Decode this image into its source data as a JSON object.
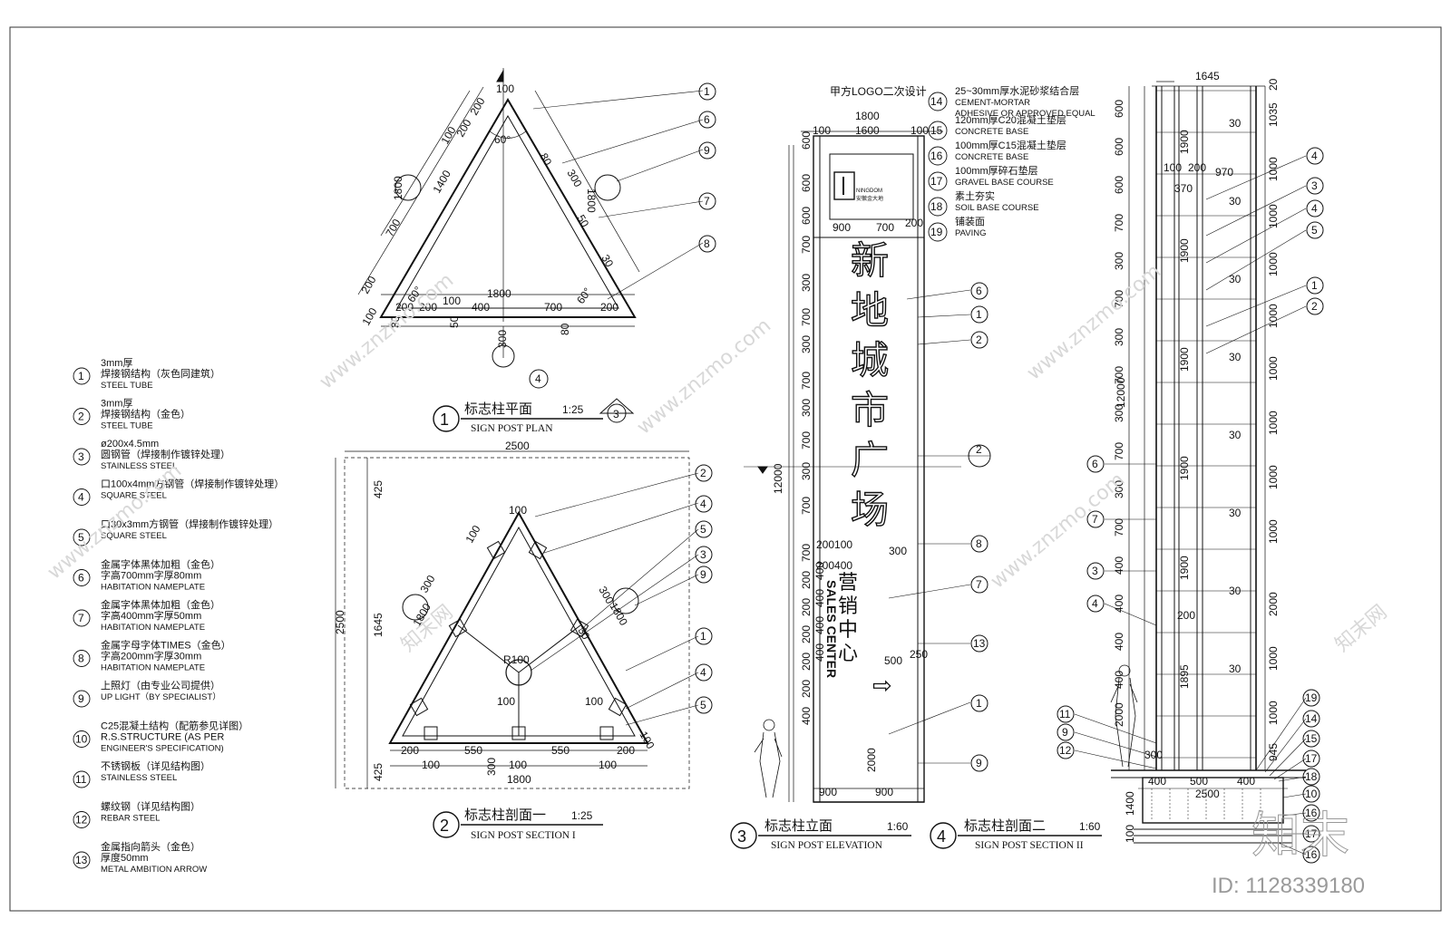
{
  "legend": [
    {
      "n": "1",
      "zh1": "3mm厚",
      "zh2": "焊接钢结构（灰色同建筑）",
      "en": "STEEL TUBE"
    },
    {
      "n": "2",
      "zh1": "3mm厚",
      "zh2": "焊接钢结构（金色）",
      "en": "STEEL TUBE"
    },
    {
      "n": "3",
      "zh1": "ø200x4.5mm",
      "zh2": "圆钢管（焊接制作镀锌处理）",
      "en": "STAINLESS STEEL"
    },
    {
      "n": "4",
      "zh1": "",
      "zh2": "口100x4mm方钢管（焊接制作镀锌处理）",
      "en": "SQUARE STEEL"
    },
    {
      "n": "5",
      "zh1": "",
      "zh2": "口30x3mm方钢管（焊接制作镀锌处理）",
      "en": "SQUARE STEEL"
    },
    {
      "n": "6",
      "zh1": "金属字体黑体加粗（金色）",
      "zh2": "字高700mm字厚80mm",
      "en": "HABITATION NAMEPLATE"
    },
    {
      "n": "7",
      "zh1": "金属字体黑体加粗（金色）",
      "zh2": "字高400mm字厚50mm",
      "en": "HABITATION NAMEPLATE"
    },
    {
      "n": "8",
      "zh1": "金属字母字体TIMES（金色）",
      "zh2": "字高200mm字厚30mm",
      "en": "HABITATION NAMEPLATE"
    },
    {
      "n": "9",
      "zh1": "上照灯（由专业公司提供）",
      "zh2": "",
      "en": "UP LIGHT（BY SPECIALIST）"
    },
    {
      "n": "10",
      "zh1": "C25混凝土结构（配筋参见详图）",
      "zh2": "R.S.STRUCTURE (AS PER",
      "en": "ENGINEER'S SPECIFICATION)"
    },
    {
      "n": "11",
      "zh1": "不锈钢板（详见结构图）",
      "zh2": "",
      "en": "STAINLESS STEEL"
    },
    {
      "n": "12",
      "zh1": "螺纹钢（详见结构图）",
      "zh2": "",
      "en": "REBAR STEEL"
    },
    {
      "n": "13",
      "zh1": "金属指向箭头（金色）",
      "zh2": "厚度50mm",
      "en": "METAL AMBITION ARROW"
    }
  ],
  "base_notes": [
    {
      "n": "14",
      "zh": "25~30mm厚水泥砂浆结合层",
      "en1": "CEMENT-MORTAR",
      "en2": "ADHESIVE OR APPROVED EQUAL"
    },
    {
      "n": "15",
      "zh": "120mm厚C20混凝土垫层",
      "en1": "CONCRETE BASE",
      "en2": ""
    },
    {
      "n": "16",
      "zh": "100mm厚C15混凝土垫层",
      "en1": "CONCRETE BASE",
      "en2": ""
    },
    {
      "n": "17",
      "zh": "100mm厚碎石垫层",
      "en1": "GRAVEL BASE COURSE",
      "en2": ""
    },
    {
      "n": "18",
      "zh": "素土夯实",
      "en1": "SOIL BASE COURSE",
      "en2": ""
    },
    {
      "n": "19",
      "zh": "铺装面",
      "en1": "PAVING",
      "en2": ""
    }
  ],
  "titles": {
    "plan": {
      "n": "1",
      "zh": "标志柱平面",
      "en": "SIGN POST PLAN",
      "scale": "1:25",
      "ref_top": "3",
      "ref_bot": "—"
    },
    "sec1": {
      "n": "2",
      "zh": "标志柱剖面一",
      "en": "SIGN POST SECTION I",
      "scale": "1:25"
    },
    "elev": {
      "n": "3",
      "zh": "标志柱立面",
      "en": "SIGN POST ELEVATION",
      "scale": "1:60"
    },
    "sec2": {
      "n": "4",
      "zh": "标志柱剖面二",
      "en": "SIGN POST SECTION II",
      "scale": "1:60"
    }
  },
  "elevation": {
    "logo_note": "甲方LOGO二次设计",
    "logo_text1": "NINGDOM",
    "logo_text2": "安徽金大地",
    "big_chars": [
      "新",
      "地",
      "城",
      "市",
      "广",
      "场"
    ],
    "small_chars": [
      "营",
      "销",
      "中",
      "心"
    ],
    "english": "SALES CENTER",
    "arrow": "⇨"
  },
  "dims": {
    "plan_top": "100",
    "plan_base": "1800",
    "plan_angle": "60°",
    "plan_angle_l": "60°",
    "plan_angle_r": "60°",
    "plan_left": [
      "700",
      "200",
      "1400",
      "200",
      "200",
      "100",
      "1800",
      "100",
      "200",
      "200"
    ],
    "plan_right": [
      "80",
      "300",
      "1800",
      "50",
      "30"
    ],
    "plan_bottom": [
      "200",
      "200",
      "100",
      "400",
      "700",
      "200",
      "30",
      "50",
      "80",
      "100",
      "300"
    ],
    "plan_ref": "4",
    "sec1_width": "2500",
    "sec1_height": "2500",
    "sec1_top": "425",
    "sec1_mid": "1645",
    "sec1_bot": "425",
    "sec1_base": "1800",
    "sec1_inner": [
      "200",
      "550",
      "550",
      "200"
    ],
    "sec1_sub": [
      "100",
      "100",
      "100",
      "300"
    ],
    "sec1_tube": "R100",
    "sec1_side": [
      "100",
      "100",
      "00",
      "00",
      "00",
      "00",
      "00",
      "00",
      "100",
      "100",
      "300",
      "1800",
      "30",
      "1800",
      "300",
      "100",
      "100"
    ],
    "elev_width": "1800",
    "elev_inner": "1600",
    "elev_edge": [
      "100",
      "100"
    ],
    "elev_logo": [
      "900",
      "700",
      "200"
    ],
    "elev_height": "12000",
    "elev_left": [
      "600",
      "600",
      "600",
      "700",
      "300",
      "700",
      "300",
      "700",
      "300",
      "700",
      "300",
      "700",
      "700",
      "200",
      "200",
      "200",
      "200",
      "200",
      "400"
    ],
    "elev_mid": [
      "200100",
      "200400",
      "400",
      "400",
      "400",
      "400"
    ],
    "elev_arrow": [
      "500",
      "250",
      "300"
    ],
    "elev_bottom": [
      "900",
      "900",
      "2000"
    ],
    "sec2_top": "1645",
    "sec2_height": "12000",
    "sec2_right": [
      "20",
      "1035",
      "1000",
      "1000",
      "1000",
      "1000",
      "1000",
      "1000",
      "1000",
      "1000",
      "2000",
      "1000",
      "1000",
      "945"
    ],
    "sec2_inner": [
      "100",
      "200",
      "970",
      "370",
      "30"
    ],
    "sec2_left": [
      "600",
      "600",
      "600",
      "700",
      "300",
      "700",
      "300",
      "700",
      "300",
      "700",
      "300",
      "700",
      "400",
      "400",
      "400",
      "400",
      "2000"
    ],
    "sec2_mid": [
      "1900",
      "1900",
      "1900",
      "1900",
      "1900",
      "1895",
      "200",
      "300",
      "200"
    ],
    "sec2_base": [
      "400",
      "500",
      "400",
      "2500"
    ],
    "sec2_foot": [
      "1400",
      "100",
      "100"
    ],
    "sec2_thirty": [
      "30",
      "30",
      "30",
      "30",
      "30",
      "30",
      "30",
      "30"
    ]
  },
  "watermark": {
    "site": "www.znzmo.com",
    "brand": "知末网",
    "logo": "知末",
    "id": "ID: 1128339180"
  }
}
